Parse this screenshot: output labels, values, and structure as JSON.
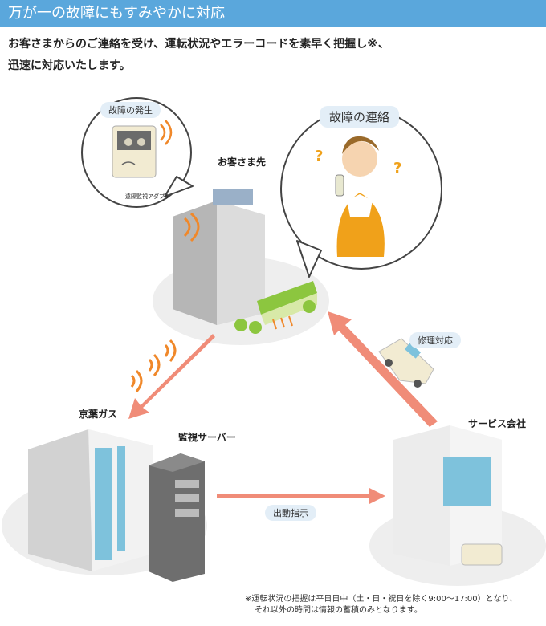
{
  "header": {
    "title": "万が一の故障にもすみやかに対応"
  },
  "intro": {
    "line1": "お客さまからのご連絡を受け、運転状況やエラーコードを素早く把握し※、",
    "line2": "迅速に対応いたします。"
  },
  "diagram": {
    "bubble_small_label": "故障の発生",
    "adapter_label": "遠隔監視アダプタ",
    "bubble_large_label": "故障の連絡",
    "customer_label": "お客さま先",
    "keiyo_label": "京葉ガス",
    "server_label": "監視サーバー",
    "service_label": "サービス会社",
    "dispatch_label": "出動指示",
    "repair_label": "修理対応"
  },
  "footnote": {
    "line1": "※運転状況の把握は平日日中（土・日・祝日を除く9:00〜17:00）となり、",
    "line2": "それ以外の時間は情報の蓄積のみとなります。"
  },
  "colors": {
    "header": "#5aa7dc",
    "arrow": "#f08c78",
    "signal": "#f0882a"
  }
}
